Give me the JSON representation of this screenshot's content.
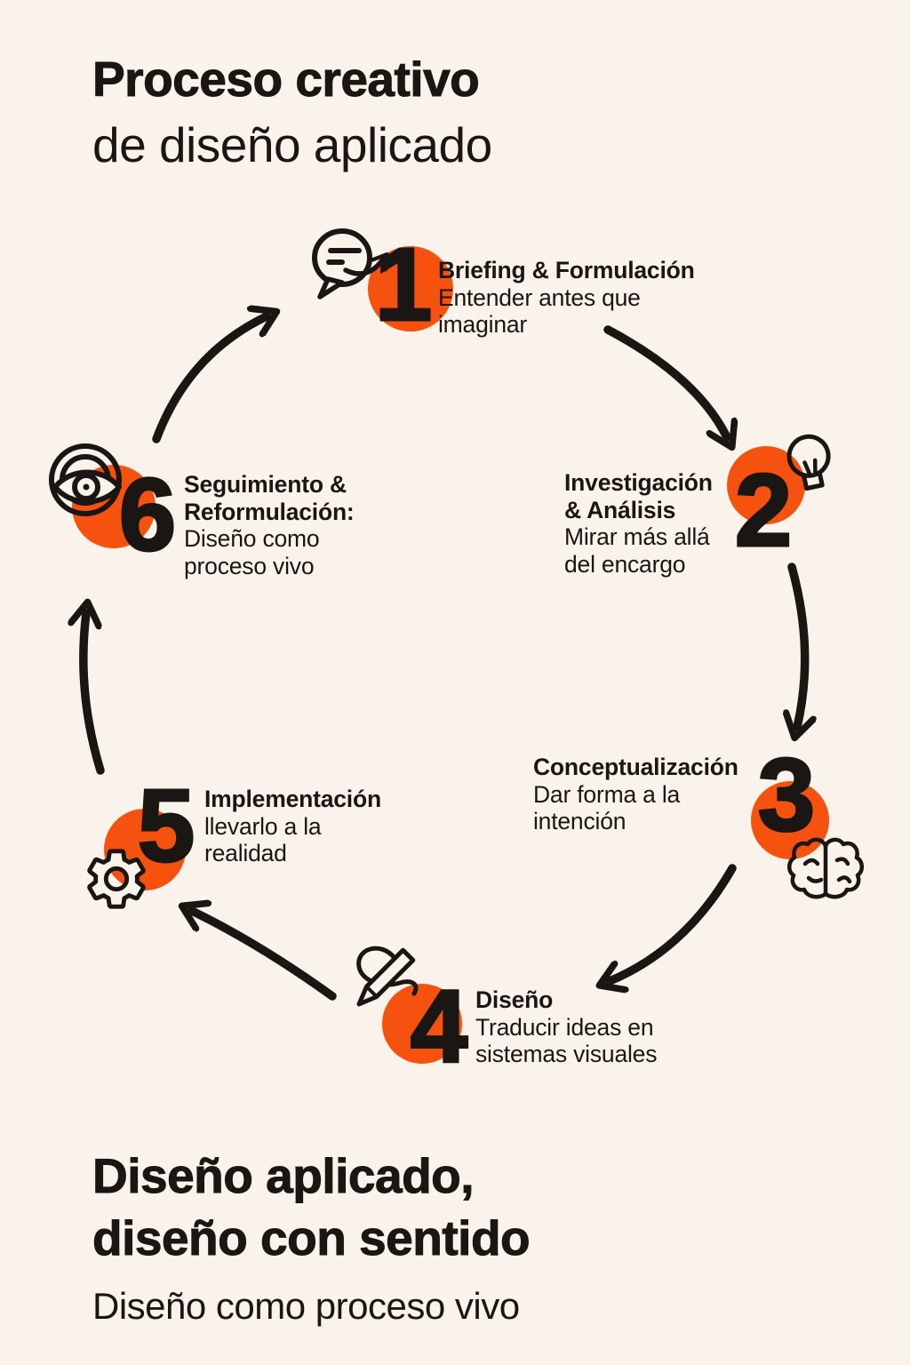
{
  "colors": {
    "bg": "#F9F3EB",
    "accent": "#F4520E",
    "ink": "#1A1613"
  },
  "header": {
    "title_bold": "Proceso creativo",
    "title_regular": "de diseño aplicado"
  },
  "footer": {
    "title": "Diseño aplicado,\ndiseño con sentido",
    "subtitle": "Diseño como proceso vivo"
  },
  "steps": [
    {
      "number": "1",
      "icon": "speech-bubble-icon",
      "title": "Briefing & Formulación",
      "desc": "Entender antes que\nimaginar"
    },
    {
      "number": "2",
      "icon": "lightbulb-icon",
      "title": "Investigación\n& Análisis",
      "desc": "Mirar más allá\ndel encargo"
    },
    {
      "number": "3",
      "icon": "brain-icon",
      "title": "Conceptualización",
      "desc": "Dar forma a la\nintención"
    },
    {
      "number": "4",
      "icon": "pencil-icon",
      "title": "Diseño",
      "desc": "Traducir ideas en\nsistemas visuales"
    },
    {
      "number": "5",
      "icon": "gear-icon",
      "title": "Implementación",
      "desc": "llevarlo a la\nrealidad"
    },
    {
      "number": "6",
      "icon": "eye-icon",
      "title": "Seguimiento &\nReformulación:",
      "desc": "Diseño como\nproceso vivo"
    }
  ]
}
